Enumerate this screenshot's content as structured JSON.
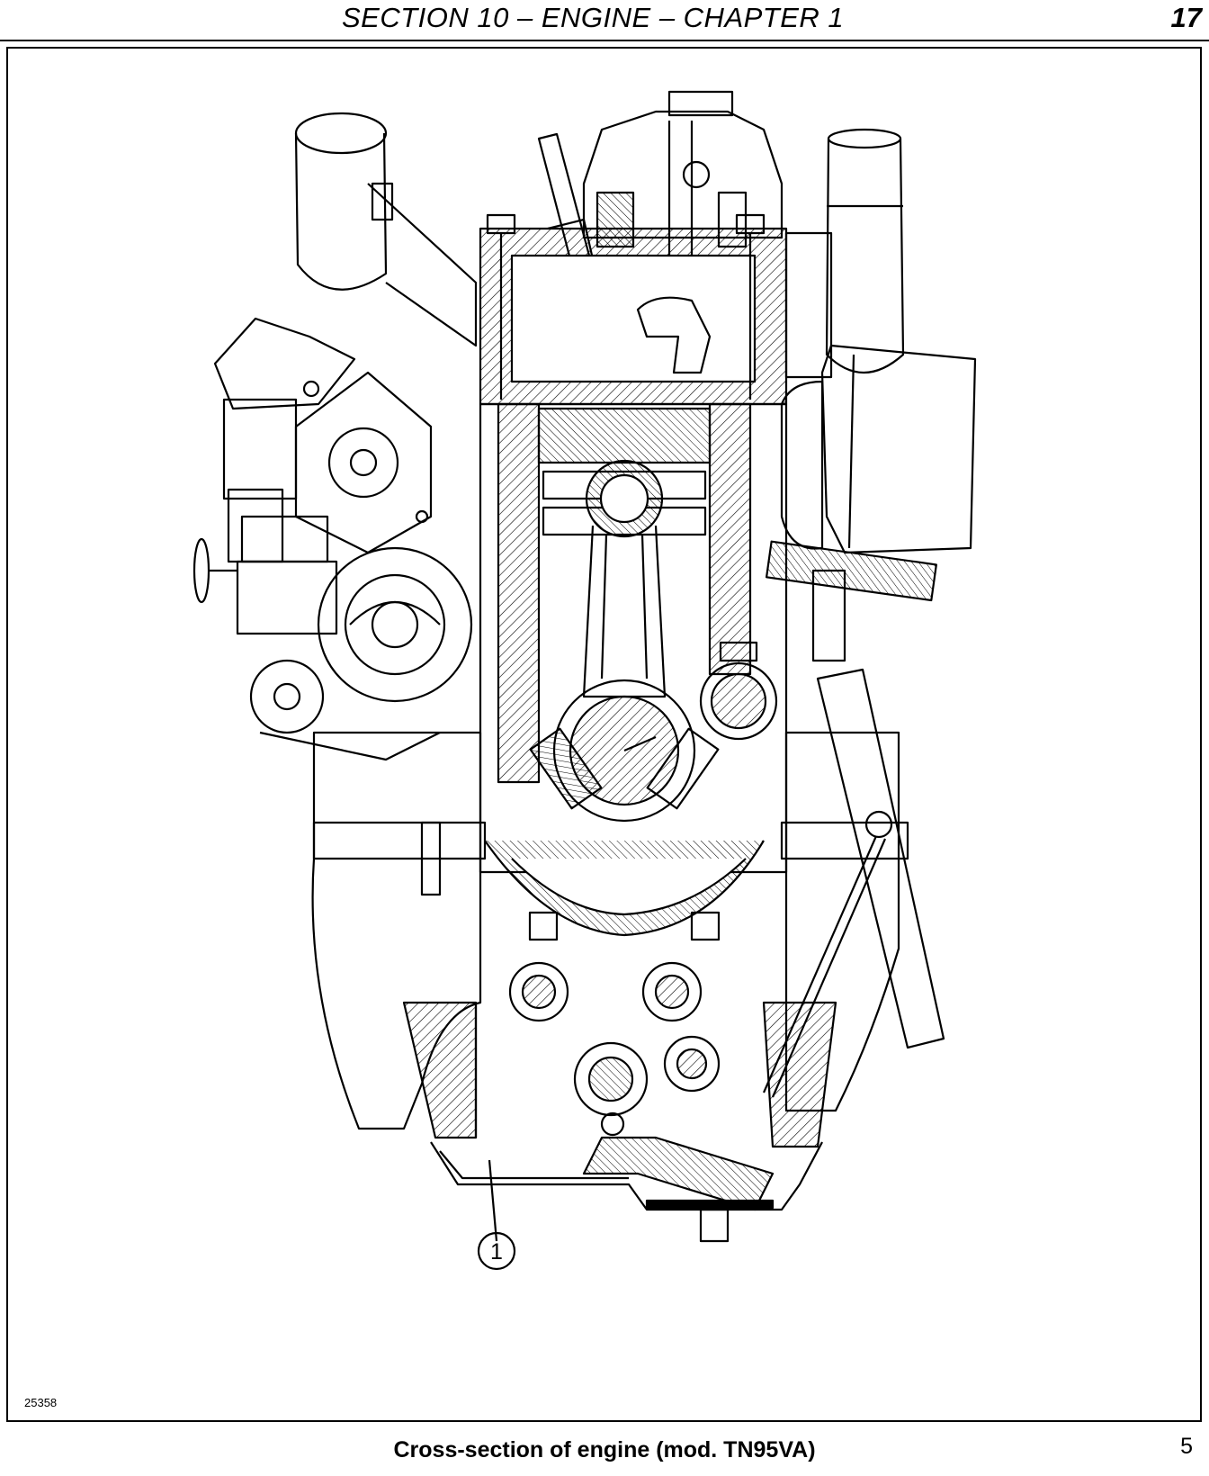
{
  "header": {
    "title": "SECTION 10 – ENGINE – CHAPTER 1",
    "page_number": "17"
  },
  "figure": {
    "callout_label": "1",
    "figure_id": "25358",
    "caption": "Cross-section of engine (mod. TN95VA)",
    "figure_number": "5"
  }
}
